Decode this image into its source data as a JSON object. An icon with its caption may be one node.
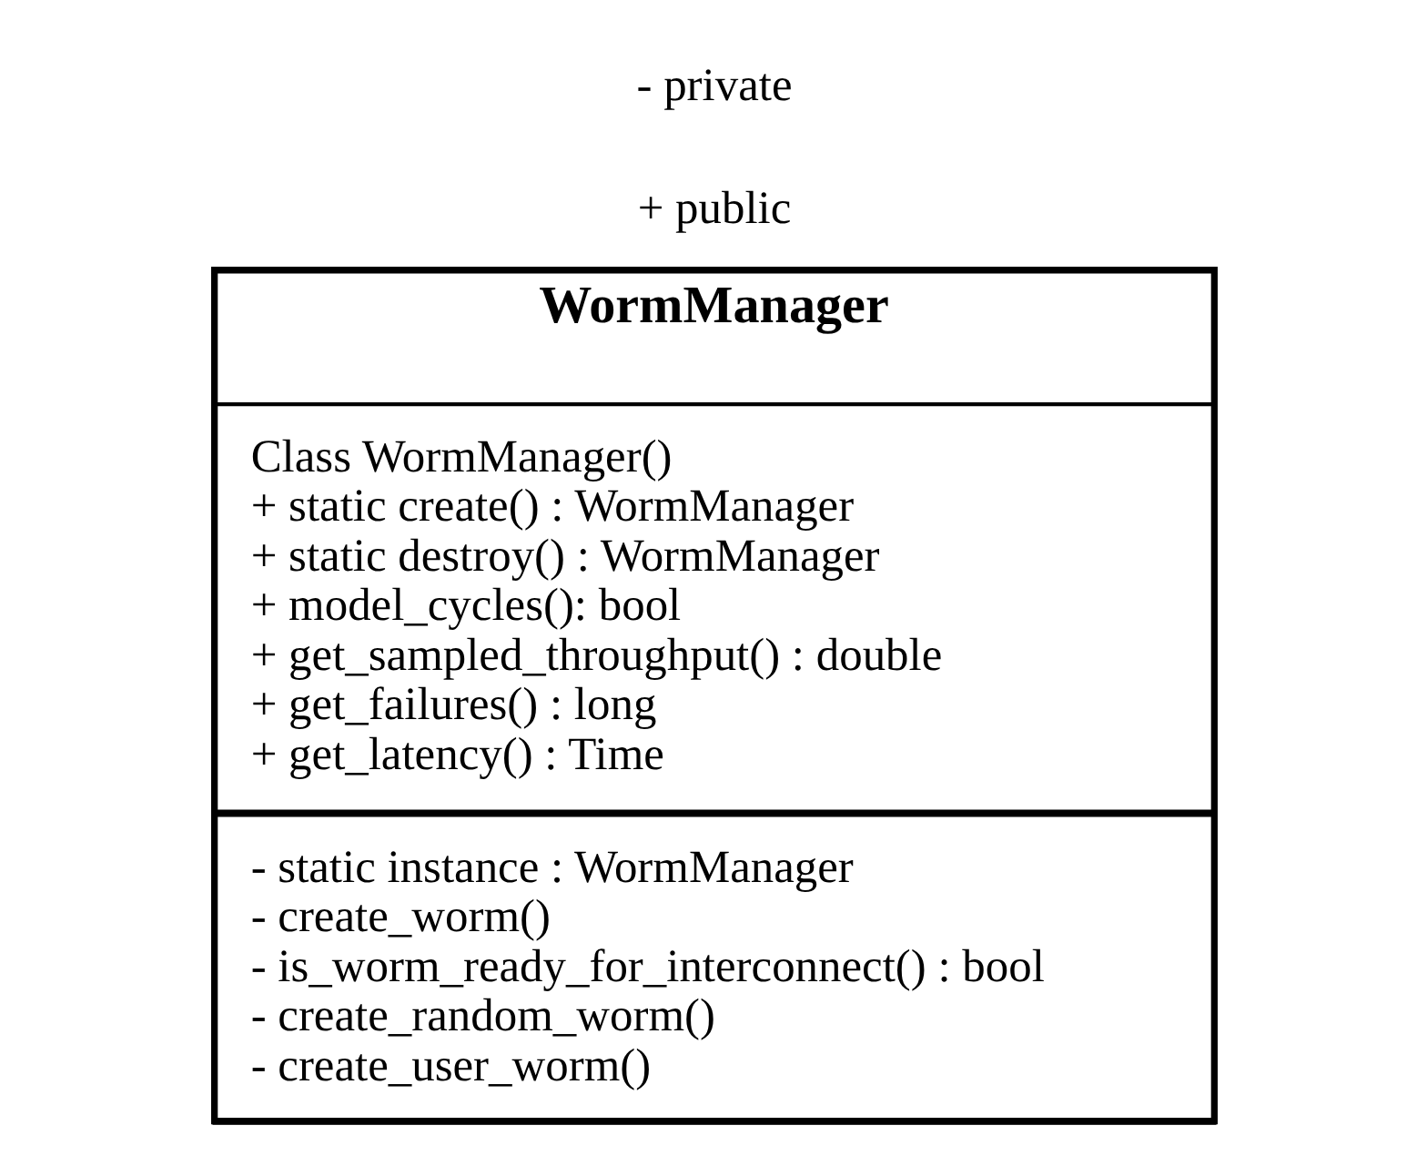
{
  "diagram": {
    "nodes": [
      {
        "text": [
          "WormManager"
        ]
      },
      {
        "text": [
          "Class WormManager()",
          "+ static create() : WormManager",
          "+ static destroy() : WormManager",
          "+ model_cycles(): bool",
          "+ get_sampled_throughput() : double",
          "+ get_failures() : long",
          "+ get_latency() : Time"
        ],
        "in": 0
      },
      {
        "text": [
          "- static instance : WormManager",
          "- create_worm()",
          "- is_worm_ready_for_interconnect() : bool",
          "- create_random_worm()",
          "- create_user_worm()"
        ],
        "in": 0
      }
    ],
    "edges": [],
    "labels": [
      "+ public",
      "- private"
    ]
  }
}
